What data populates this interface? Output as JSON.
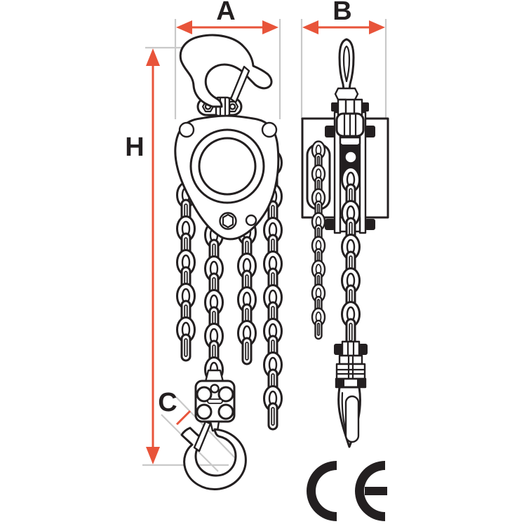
{
  "dimension_labels": {
    "a": "A",
    "b": "B",
    "h": "H",
    "c": "C"
  },
  "certification_mark": "CE",
  "colors": {
    "dimension_arrow": "#e8543a",
    "extension_line": "#c9c9c9",
    "drawing_line": "#231f20",
    "background": "#ffffff"
  }
}
